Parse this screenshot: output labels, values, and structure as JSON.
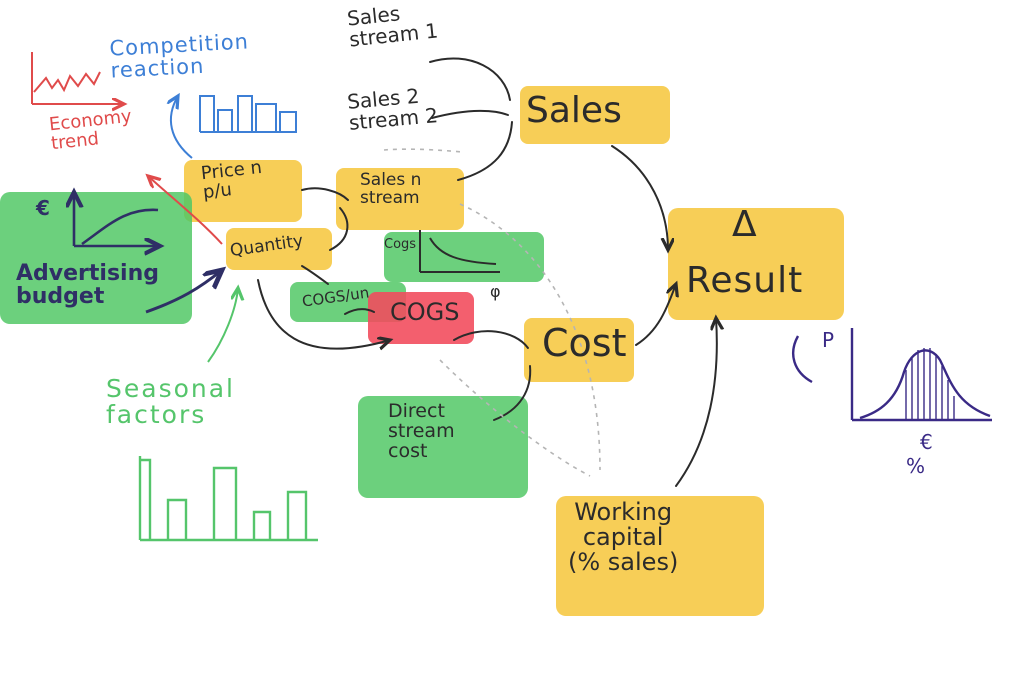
{
  "colors": {
    "highlight_yellow": "#f7c945",
    "highlight_green": "#3ec155",
    "highlight_red": "#ef3a4c",
    "ink": "#2b2b2b",
    "blue": "#3d7fd6",
    "red": "#e04b4b",
    "green_ink": "#55c56b",
    "navy": "#2f2f66",
    "purple": "#3a2a86",
    "dashed": "#b5b5b5"
  },
  "nodes": {
    "sales_stream_1": "Sales\nstream 1",
    "sales_stream_2": "Sales 2\nstream 2",
    "sales_stream_n": "Sales n\nstream",
    "sales": "Sales",
    "result": "Result",
    "delta_symbol": "Δ",
    "price": "Price n\np/u",
    "quantity": "Quantity",
    "cogs_per_unit": "COGS/un",
    "cogs": "COGS",
    "cogs_small": "Cogs",
    "cost": "Cost",
    "direct_stream_cost": "Direct\nstream\ncost",
    "working_capital": "Working\ncapital\n(% sales)",
    "competition_reaction": "Competition\nreaction",
    "economy_trend": "Economy\ntrend",
    "advertising_budget": "Advertising\nbudget",
    "euro_symbol": "€",
    "seasonal_factors": "Seasonal\nfactors",
    "prob_p": "P",
    "prob_euro": "€",
    "prob_percent": "%",
    "phi_symbol": "φ"
  }
}
